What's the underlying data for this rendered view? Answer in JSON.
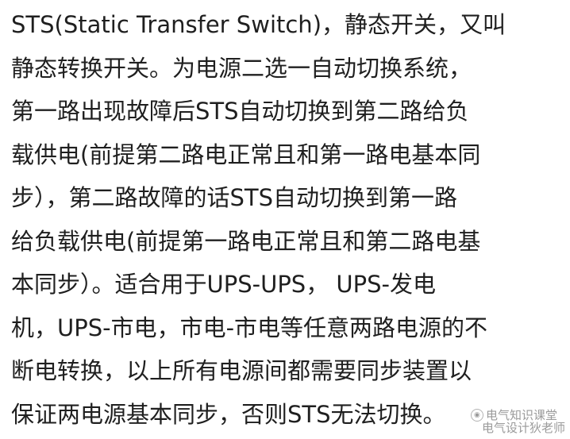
{
  "document": {
    "lines": [
      "STS(Static Transfer Switch)，静态开关，又叫",
      "静态转换开关。为电源二选一自动切换系统，",
      "第一路出现故障后STS自动切换到第二路给负",
      "载供电(前提第二路电正常且和第一路电基本同",
      "步），第二路故障的话STS自动切换到第一路",
      "给负载供电(前提第一路电正常且和第二路电基",
      "本同步）。适合用于UPS-UPS， UPS-发电",
      "机，UPS-市电，市电-市电等任意两路电源的不",
      "断电转换，以上所有电源间都需要同步装置以",
      "保证两电源基本同步，否则STS无法切换。"
    ]
  },
  "watermark": {
    "icon": "wechat-icon",
    "line1": "电气知识课堂",
    "line2": "电气设计狄老师"
  }
}
